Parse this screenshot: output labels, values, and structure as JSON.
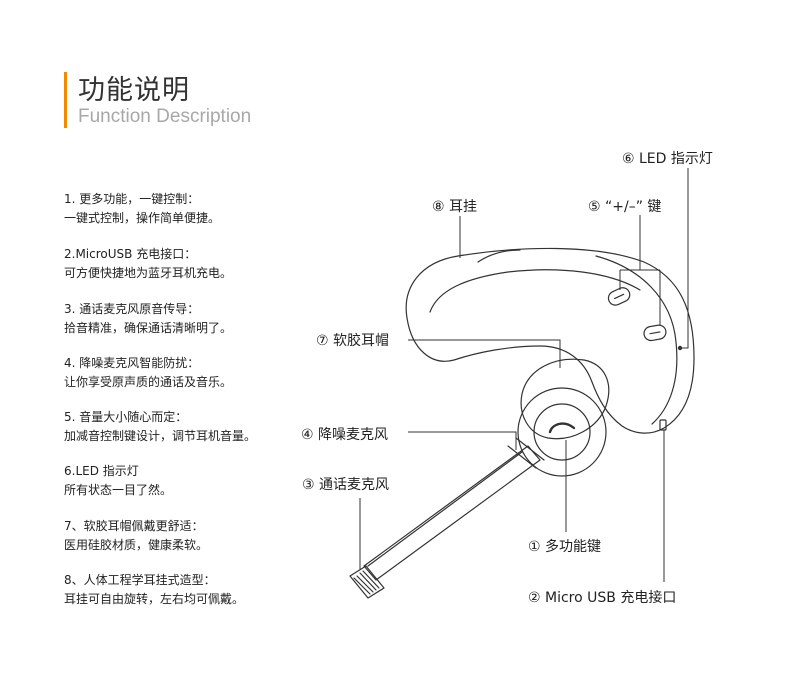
{
  "header": {
    "title_zh": "功能说明",
    "title_en": "Function Description",
    "accent_color": "#f08a00"
  },
  "features": [
    {
      "title": "1. 更多功能，一键控制：",
      "desc": "一键式控制，操作简单便捷。"
    },
    {
      "title": "2.MicroUSB 充电接口：",
      "desc": "可方便快捷地为蓝牙耳机充电。"
    },
    {
      "title": "3. 通话麦克风原音传导：",
      "desc": "拾音精准，确保通话清晰明了。"
    },
    {
      "title": "4. 降噪麦克风智能防扰：",
      "desc": "让你享受原声质的通话及音乐。"
    },
    {
      "title": "5. 音量大小随心而定：",
      "desc": "加减音控制键设计，调节耳机音量。"
    },
    {
      "title": "6.LED 指示灯",
      "desc": "所有状态一目了然。"
    },
    {
      "title": "7、软胶耳帽佩戴更舒适：",
      "desc": "医用硅胶材质，健康柔软。"
    },
    {
      "title": "8、人体工程学耳挂式造型：",
      "desc": "耳挂可自由旋转，左右均可佩戴。"
    }
  ],
  "callouts": {
    "led": "⑥ LED 指示灯",
    "earhook": "⑧ 耳挂",
    "volume": "⑤ “+/–” 键",
    "eartip": "⑦ 软胶耳帽",
    "noise_mic": "④ 降噪麦克风",
    "call_mic": "③ 通话麦克风",
    "multi_button": "① 多功能键",
    "usb": "② Micro USB 充电接口"
  }
}
